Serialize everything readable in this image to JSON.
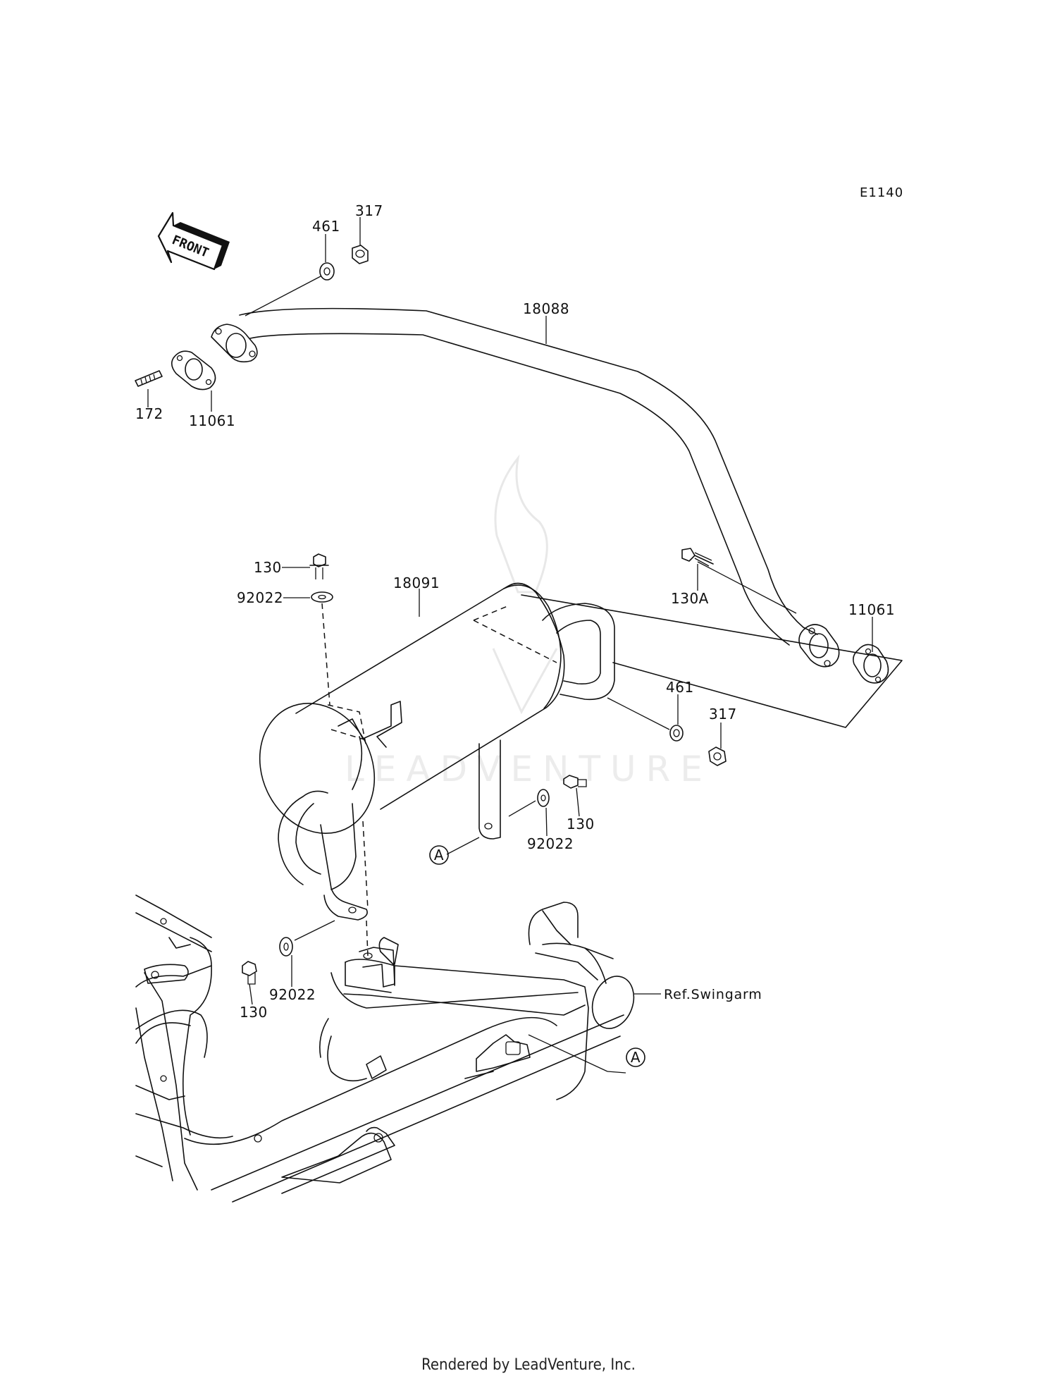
{
  "diagram_code": "E1140",
  "front_arrow_label": "FRONT",
  "parts": {
    "p317_top": "317",
    "p461_top": "461",
    "p18088": "18088",
    "p172": "172",
    "p11061_left": "11061",
    "p130_top": "130",
    "p92022_top": "92022",
    "p18091": "18091",
    "p130A": "130A",
    "p11061_right": "11061",
    "p461_right": "461",
    "p317_right": "317",
    "p130_mid": "130",
    "p92022_mid": "92022",
    "p92022_bottom": "92022",
    "p130_bottom": "130"
  },
  "reference_marks": {
    "a_upper": "A",
    "a_lower": "A"
  },
  "ref_swingarm": "Ref.Swingarm",
  "watermark": "LEADVENTURE",
  "footer": "Rendered by LeadVenture, Inc."
}
